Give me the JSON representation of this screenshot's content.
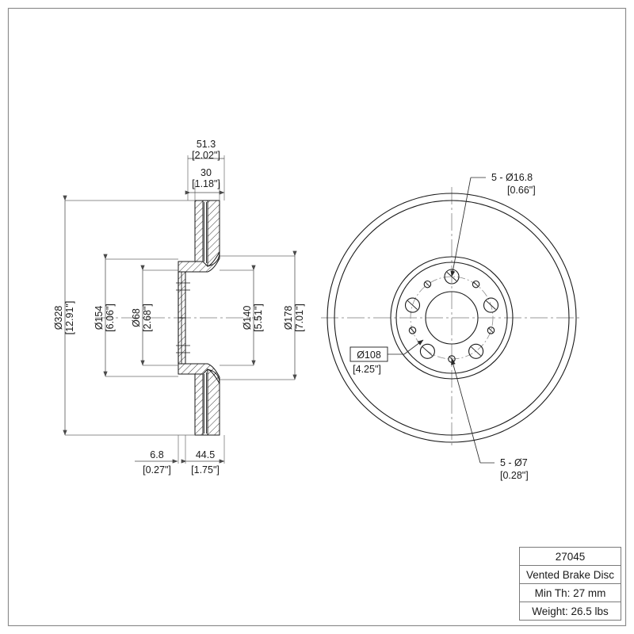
{
  "sheet": {
    "border": true,
    "background": "#ffffff",
    "line_color": "#1a1a1a"
  },
  "title_block": {
    "part_number": "27045",
    "description": "Vented Brake Disc",
    "min_thickness": "Min Th: 27 mm",
    "weight": "Weight: 26.5 lbs"
  },
  "section_view": {
    "name": "cross-section-view",
    "dimensions_top": [
      {
        "id": "overall-width",
        "metric": "51.3",
        "imperial": "[2.02\"]"
      },
      {
        "id": "disc-width",
        "metric": "30",
        "imperial": "[1.18\"]"
      }
    ],
    "dimensions_left": [
      {
        "id": "outer-diameter",
        "metric": "Ø328",
        "imperial": "[12.91\"]"
      },
      {
        "id": "hub-flange-diameter",
        "metric": "Ø154",
        "imperial": "[6.06\"]"
      },
      {
        "id": "center-bore-diameter",
        "metric": "Ø68",
        "imperial": "[2.68\"]"
      }
    ],
    "dimensions_right": [
      {
        "id": "inner-vent-diameter",
        "metric": "Ø140",
        "imperial": "[5.51\"]"
      },
      {
        "id": "hub-outer-diameter",
        "metric": "Ø178",
        "imperial": "[7.01\"]"
      }
    ],
    "dimensions_bottom": [
      {
        "id": "hub-offset",
        "metric": "6.8",
        "imperial": "[0.27\"]"
      },
      {
        "id": "hat-depth",
        "metric": "44.5",
        "imperial": "[1.75\"]"
      }
    ]
  },
  "front_view": {
    "name": "front-face-view",
    "callouts": [
      {
        "id": "lug-holes",
        "line1": "5 - Ø16.8",
        "line2": "[0.66\"]"
      },
      {
        "id": "bolt-circle",
        "line1": "Ø108",
        "line2": "[4.25\"]",
        "boxed": true
      },
      {
        "id": "pilot-holes",
        "line1": "5 - Ø7",
        "line2": "[0.28\"]"
      }
    ]
  }
}
